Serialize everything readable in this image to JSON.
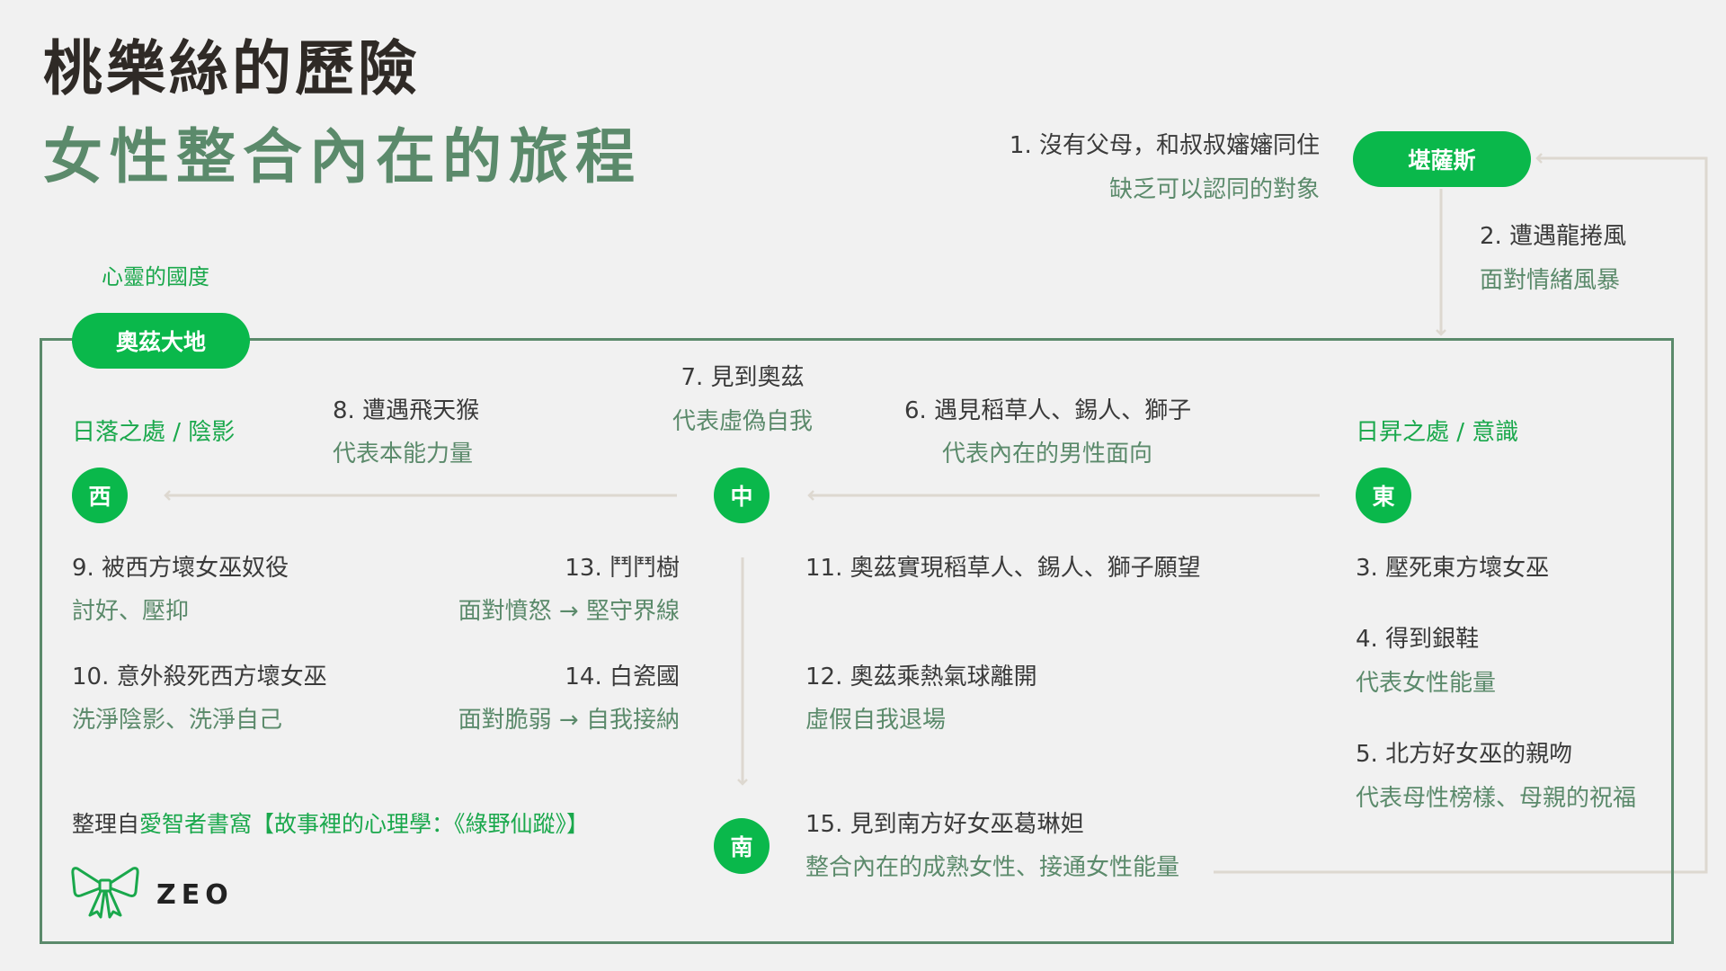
{
  "title": {
    "line1": "桃樂絲的歷險",
    "line2": "女性整合內在的旅程"
  },
  "top": {
    "step1": "1. 沒有父母，和叔叔嬸嬸同住",
    "step1_sub": "缺乏可以認同的對象",
    "kansas": "堪薩斯",
    "step2": "2. 遭遇龍捲風",
    "step2_sub": "面對情緒風暴"
  },
  "realm": {
    "label": "心靈的國度",
    "oz_land": "奧茲大地"
  },
  "west": {
    "label": "日落之處 / 陰影",
    "node": "西"
  },
  "east": {
    "label": "日昇之處 / 意識",
    "node": "東"
  },
  "center": {
    "node": "中",
    "step7": "7. 見到奧茲",
    "step7_sub": "代表虛偽自我"
  },
  "south": {
    "node": "南"
  },
  "steps": {
    "s3": "3. 壓死東方壞女巫",
    "s4": "4. 得到銀鞋",
    "s4_sub": "代表女性能量",
    "s5": "5. 北方好女巫的親吻",
    "s5_sub": "代表母性榜樣、母親的祝福",
    "s6": "6. 遇見稻草人、錫人、獅子",
    "s6_sub": "代表內在的男性面向",
    "s8": "8. 遭遇飛天猴",
    "s8_sub": "代表本能力量",
    "s9": "9. 被西方壞女巫奴役",
    "s9_sub": "討好、壓抑",
    "s10": "10. 意外殺死西方壞女巫",
    "s10_sub": "洗淨陰影、洗淨自己",
    "s11": "11. 奧茲實現稻草人、錫人、獅子願望",
    "s12": "12. 奧茲乘熱氣球離開",
    "s12_sub": "虛假自我退場",
    "s13": "13. 鬥鬥樹",
    "s13_sub": "面對憤怒 → 堅守界線",
    "s14": "14. 白瓷國",
    "s14_sub": "面對脆弱 → 自我接納",
    "s15": "15. 見到南方好女巫葛琳妲",
    "s15_sub": "整合內在的成熟女性、接通女性能量"
  },
  "credit": {
    "prefix": "整理自",
    "source": "愛智者書窩【故事裡的心理學：《綠野仙蹤》】"
  },
  "brand": {
    "name": "ZEO"
  },
  "colors": {
    "accent": "#0ab84b",
    "muted_green": "#5b8a6b",
    "line": "#ddd8d0"
  }
}
